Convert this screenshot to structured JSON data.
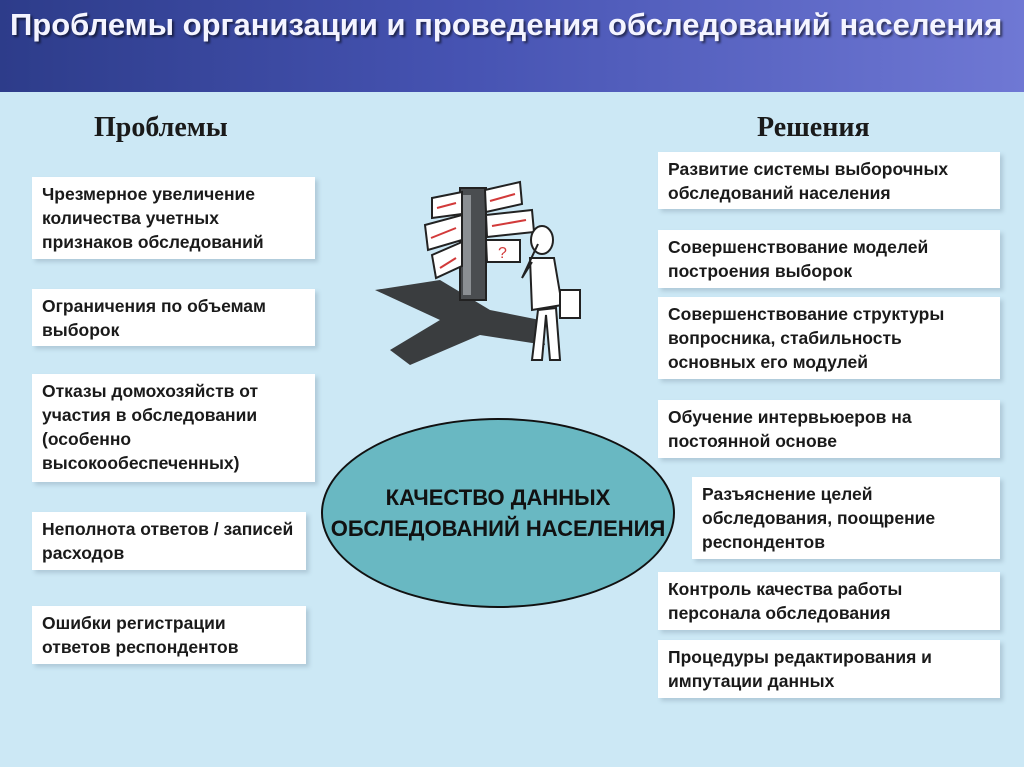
{
  "title": "Проблемы организации и проведения обследований населения",
  "problems": {
    "heading": "Проблемы",
    "items": [
      "Чрезмерное увеличение количества учетных признаков обследований",
      "Ограничения по объемам выборок",
      "Отказы домохозяйств от участия в обследовании (особенно высокообеспеченных)",
      "Неполнота ответов / записей расходов",
      "Ошибки регистрации ответов респондентов"
    ]
  },
  "solutions": {
    "heading": "Решения",
    "items": [
      "Развитие системы выборочных обследований населения",
      "Совершенствование моделей построения выборок",
      "Совершенствование структуры вопросника, стабильность основных его модулей",
      "Обучение интервьюеров на постоянной основе",
      "Разъяснение целей обследования, поощрение респондентов",
      "Контроль качества работы персонала обследования",
      "Процедуры редактирования и импутации данных"
    ]
  },
  "center": {
    "label": "КАЧЕСТВО ДАННЫХ ОБСЛЕДОВАНИЙ НАСЕЛЕНИЯ"
  },
  "clipart": {
    "icon": "signpost-confused-man-icon",
    "question_mark": "?"
  }
}
